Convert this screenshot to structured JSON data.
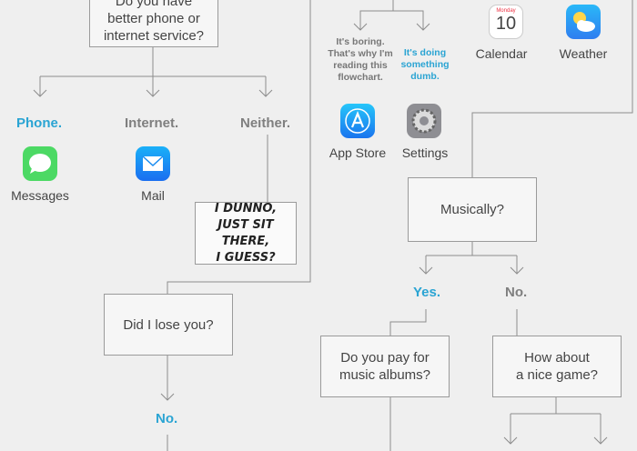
{
  "boxes": {
    "top_question": "Do you have\nbetter phone or\ninternet service?",
    "i_dunno": "I DUNNO,\nJUST SIT THERE,\nI GUESS?",
    "did_i_lose_you": "Did I lose you?",
    "musically": "Musically?",
    "pay_for_music": "Do you pay for\nmusic albums?",
    "nice_game": "How about\na nice game?"
  },
  "answers": {
    "phone": "Phone.",
    "internet": "Internet.",
    "neither": "Neither.",
    "yes": "Yes.",
    "no_right": "No.",
    "no_left": "No."
  },
  "captions": {
    "boring": "It's boring.\nThat's why I'm\nreading this\nflowchart.",
    "dumb": "It's doing\nsomething\ndumb."
  },
  "apps": {
    "messages": "Messages",
    "mail": "Mail",
    "app_store": "App Store",
    "settings": "Settings",
    "calendar": "Calendar",
    "weather": "Weather"
  },
  "calendar_icon": {
    "month": "Monday",
    "day": "10"
  },
  "colors": {
    "background": "#efefef",
    "accent_blue": "#2aa4d3",
    "answer_gray": "#7f7f7f",
    "line": "#8c8c8c",
    "messages_green": "#4cd964",
    "mail_blue": "#1a8cf0",
    "appstore_blue": "#1e8ef0",
    "settings_gray": "#8e8e93",
    "weather_blue": "#2f9cf5"
  }
}
